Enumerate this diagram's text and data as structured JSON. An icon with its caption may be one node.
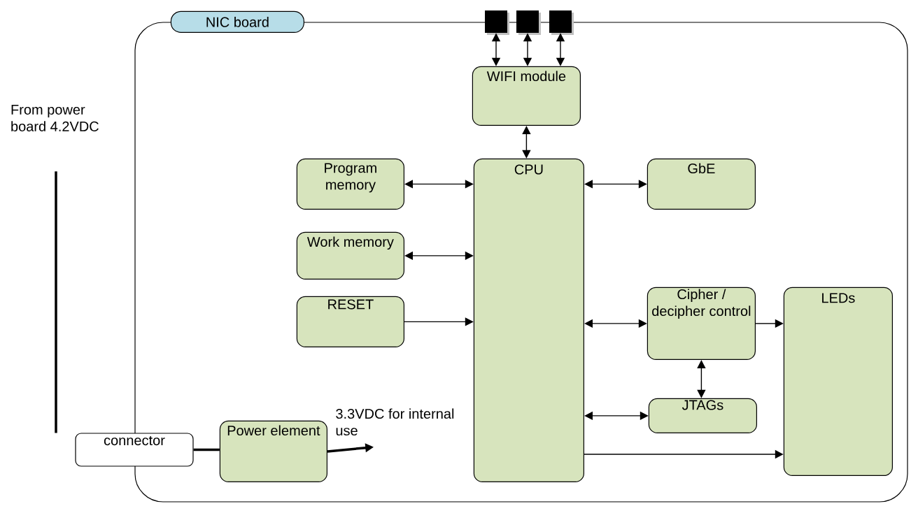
{
  "diagram": {
    "nodes": [
      {
        "text": [
          "NIC board"
        ]
      },
      {
        "text": [],
        "shape": "box"
      },
      {
        "text": [],
        "shape": "box"
      },
      {
        "text": [],
        "shape": "box"
      },
      {
        "text": [
          "WIFI module"
        ],
        "in": 0
      },
      {
        "text": [
          "CPU"
        ],
        "in": 0
      },
      {
        "text": [
          "Program memory"
        ],
        "in": 0
      },
      {
        "text": [
          "Work memory"
        ],
        "in": 0
      },
      {
        "text": [
          "RESET"
        ],
        "in": 0
      },
      {
        "text": [
          "GbE"
        ],
        "in": 0
      },
      {
        "text": [
          "Cipher / decipher control"
        ],
        "in": 0
      },
      {
        "text": [
          "JTAGs"
        ],
        "in": 0
      },
      {
        "text": [
          "LEDs"
        ],
        "in": 0
      },
      {
        "text": [
          "From power board 4.2VDC"
        ]
      },
      {
        "text": [
          "connector"
        ]
      },
      {
        "text": [
          "Power element"
        ],
        "in": 0
      },
      {
        "text": [
          "3.3VDC for internal use"
        ],
        "in": 0
      }
    ],
    "edges": [
      {
        "from": 1,
        "to": 4,
        "arrow": "both"
      },
      {
        "from": 2,
        "to": 4,
        "arrow": "both"
      },
      {
        "from": 3,
        "to": 4,
        "arrow": "both"
      },
      {
        "from": 4,
        "to": 5,
        "arrow": "both"
      },
      {
        "from": 6,
        "to": 5,
        "arrow": "both"
      },
      {
        "from": 7,
        "to": 5,
        "arrow": "both"
      },
      {
        "from": 8,
        "to": 5,
        "arrow": "to"
      },
      {
        "from": 5,
        "to": 9,
        "arrow": "both"
      },
      {
        "from": 5,
        "to": 10,
        "arrow": "both"
      },
      {
        "from": 10,
        "to": 12,
        "arrow": "to"
      },
      {
        "from": 10,
        "to": 11,
        "arrow": "both"
      },
      {
        "from": 5,
        "to": 11,
        "arrow": "both"
      },
      {
        "from": 5,
        "to": 12,
        "arrow": "to"
      },
      {
        "from": 13,
        "to": 14,
        "arrow": "none",
        "style": "thick"
      },
      {
        "from": 14,
        "to": 15,
        "arrow": "none",
        "style": "thick"
      },
      {
        "from": 15,
        "to": 16,
        "arrow": "to",
        "style": "thick"
      }
    ]
  }
}
